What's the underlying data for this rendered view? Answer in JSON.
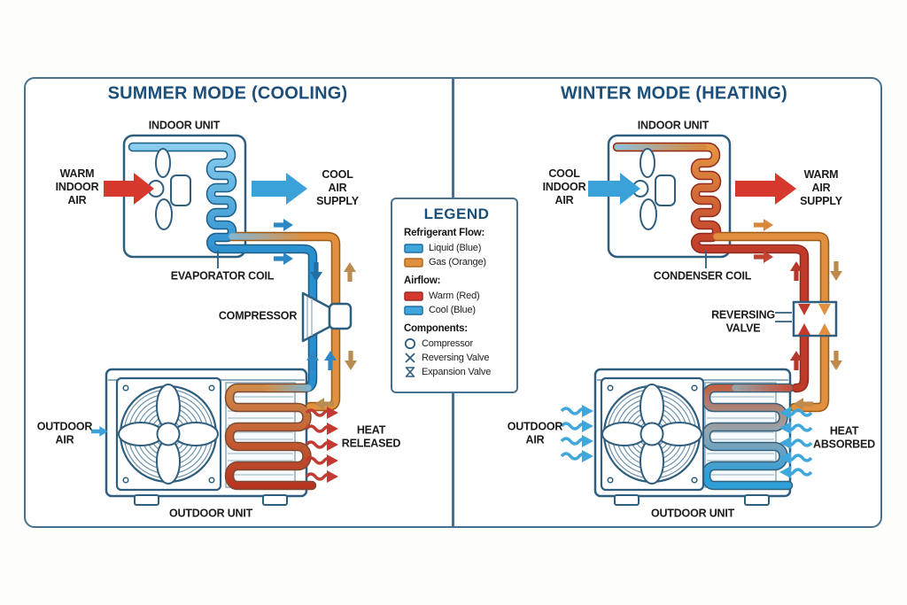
{
  "colors": {
    "title_blue": "#1b4e79",
    "outline_blue": "#2f5e7e",
    "frame_blue": "#47718f",
    "liquid_blue": "#3fa7dc",
    "gas_orange": "#e0903f",
    "warm_red": "#d6382e",
    "cool_blue": "#3fa7dc",
    "tan_arrow": "#b98d52",
    "heat_released_red": "#c23b33",
    "heat_absorbed_blue": "#3fa7dc"
  },
  "panels": {
    "summer": {
      "title": "SUMMER MODE (COOLING)",
      "indoor_unit_label": "INDOOR UNIT",
      "warm_indoor_air": "WARM\nINDOOR\nAIR",
      "cool_air_supply": "COOL\nAIR\nSUPPLY",
      "evaporator_coil": "EVAPORATOR COIL",
      "compressor": "COMPRESSOR",
      "outdoor_air": "OUTDOOR\nAIR",
      "heat_released": "HEAT\nRELEASED",
      "outdoor_unit_label": "OUTDOOR UNIT"
    },
    "winter": {
      "title": "WINTER MODE (HEATING)",
      "indoor_unit_label": "INDOOR UNIT",
      "cool_indoor_air": "COOL\nINDOOR\nAIR",
      "warm_air_supply": "WARM\nAIR\nSUPPLY",
      "condenser_coil": "CONDENSER COIL",
      "reversing_valve": "REVERSING\nVALVE",
      "outdoor_air": "OUTDOOR\nAIR",
      "heat_absorbed": "HEAT\nABSORBED",
      "outdoor_unit_label": "OUTDOOR UNIT"
    }
  },
  "legend": {
    "title": "LEGEND",
    "refrigerant_heading": "Refrigerant Flow:",
    "liquid_label": "Liquid (Blue)",
    "gas_label": "Gas (Orange)",
    "airflow_heading": "Airflow:",
    "warm_label": "Warm (Red)",
    "cool_label": "Cool (Blue)",
    "components_heading": "Components:",
    "compressor_label": "Compressor",
    "reversing_valve_label": "Reversing Valve",
    "expansion_valve_label": "Expansion Valve",
    "icons": {
      "compressor": "compressor-circle-icon",
      "reversing_valve": "reversing-valve-x-icon",
      "expansion_valve": "expansion-valve-hourglass-icon"
    }
  }
}
